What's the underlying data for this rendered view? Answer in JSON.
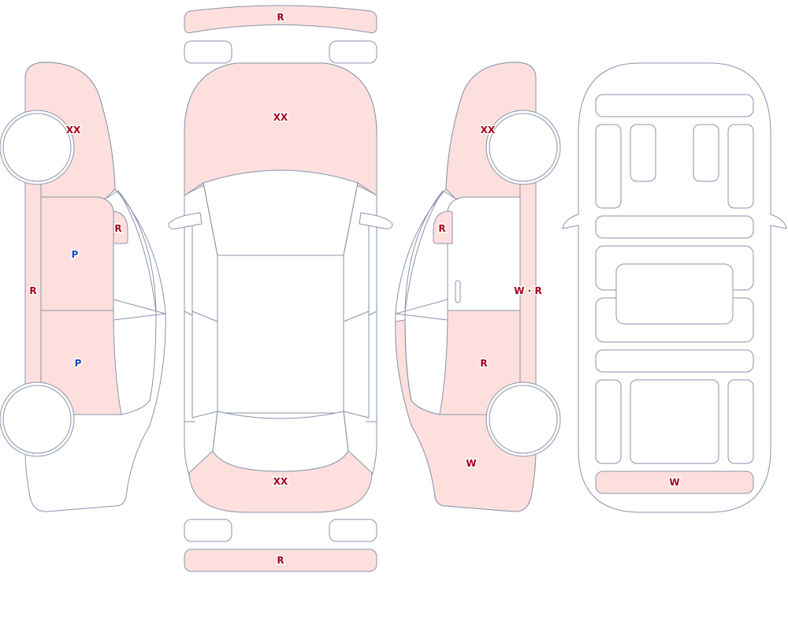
{
  "colors": {
    "damaged_fill": "#fde0dd",
    "outline": "#8a93ac",
    "code_red": "#a8001b",
    "code_blue": "#1b44b8"
  },
  "legend_codes": {
    "R": "R",
    "P": "P",
    "XX": "XX",
    "W": "W",
    "WR": "W · R"
  },
  "marks": {
    "front_bumper": "R",
    "hood": "XX",
    "trunk": "XX",
    "rear_bumper": "R",
    "left_front_fender": "XX",
    "left_mirror": "R",
    "left_front_door": "P",
    "left_rear_door": "P",
    "left_sill": "R",
    "right_front_fender": "XX",
    "right_mirror": "R",
    "right_sill": "W · R",
    "right_rear_door": "R",
    "right_rear_quarter": "W",
    "cargo_floor": "W"
  }
}
